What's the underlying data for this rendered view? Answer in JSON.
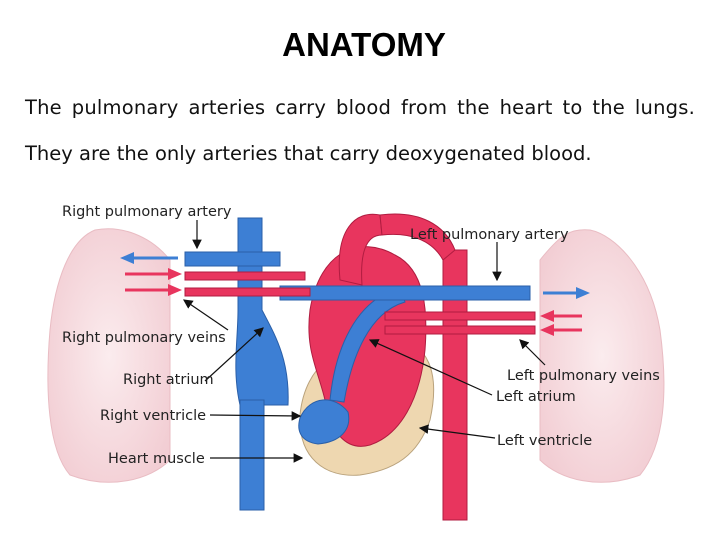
{
  "title": "ANATOMY",
  "paragraph": {
    "line1": "The pulmonary arteries carry blood from the heart to the lungs.",
    "line2": "They are the only arteries that carry deoxygenated blood."
  },
  "diagram": {
    "labels": {
      "right_pulmonary_artery": "Right pulmonary artery",
      "left_pulmonary_artery": "Left pulmonary artery",
      "right_pulmonary_veins": "Right pulmonary veins",
      "right_atrium": "Right atrium",
      "right_ventricle": "Right ventricle",
      "heart_muscle": "Heart muscle",
      "left_pulmonary_veins": "Left pulmonary veins",
      "left_atrium": "Left atrium",
      "left_ventricle": "Left ventricle"
    },
    "colors": {
      "deoxygenated": "#3d7fd4",
      "oxygenated": "#e8355e",
      "muscle": "#eed7b0",
      "lung": "#f6dde0"
    }
  }
}
